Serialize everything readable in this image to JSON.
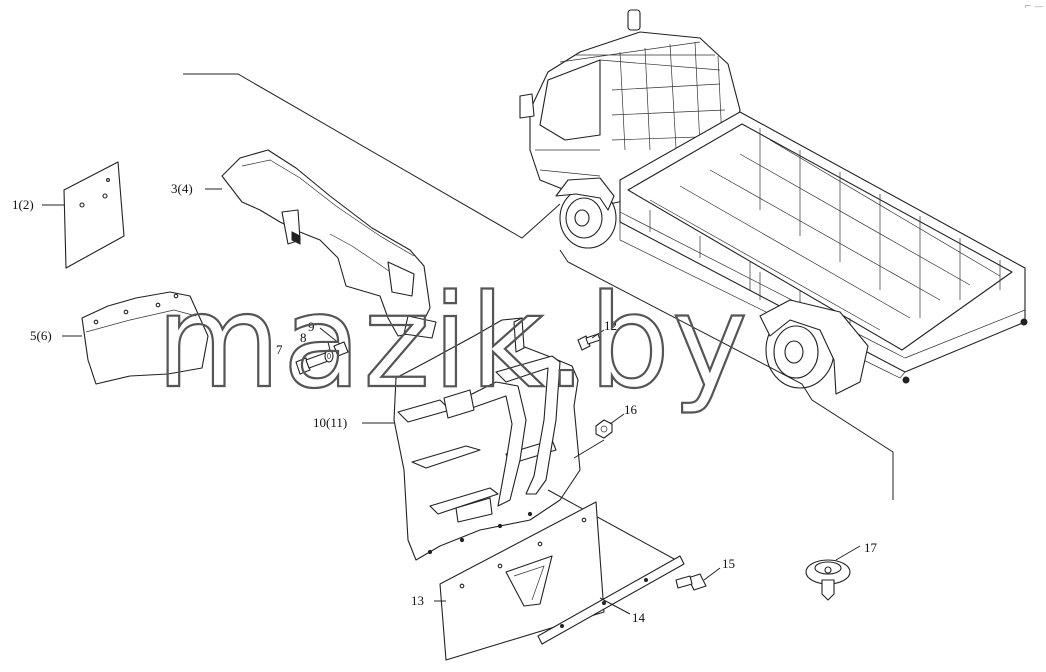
{
  "watermark": "mazik.by",
  "corner_mark": "⌐ —",
  "parts": [
    {
      "id": "p1",
      "label": "1(2)",
      "icon": "mudflap-plate-icon"
    },
    {
      "id": "p3",
      "label": "3(4)",
      "icon": "rear-fender-bracket-icon"
    },
    {
      "id": "p5",
      "label": "5(6)",
      "icon": "fender-panel-icon"
    },
    {
      "id": "p7",
      "label": "7",
      "icon": "bolt-icon"
    },
    {
      "id": "p8",
      "label": "8",
      "icon": "washer-icon"
    },
    {
      "id": "p9",
      "label": "9",
      "icon": "nut-icon"
    },
    {
      "id": "p10",
      "label": "10(11)",
      "icon": "mudguard-icon"
    },
    {
      "id": "p12",
      "label": "12",
      "icon": "screw-icon"
    },
    {
      "id": "p13",
      "label": "13",
      "icon": "mudflap-icon"
    },
    {
      "id": "p14",
      "label": "14",
      "icon": "clamping-strip-icon"
    },
    {
      "id": "p15",
      "label": "15",
      "icon": "bolt-icon"
    },
    {
      "id": "p16",
      "label": "16",
      "icon": "nut-icon"
    },
    {
      "id": "p17",
      "label": "17",
      "icon": "plastic-clip-icon"
    }
  ]
}
